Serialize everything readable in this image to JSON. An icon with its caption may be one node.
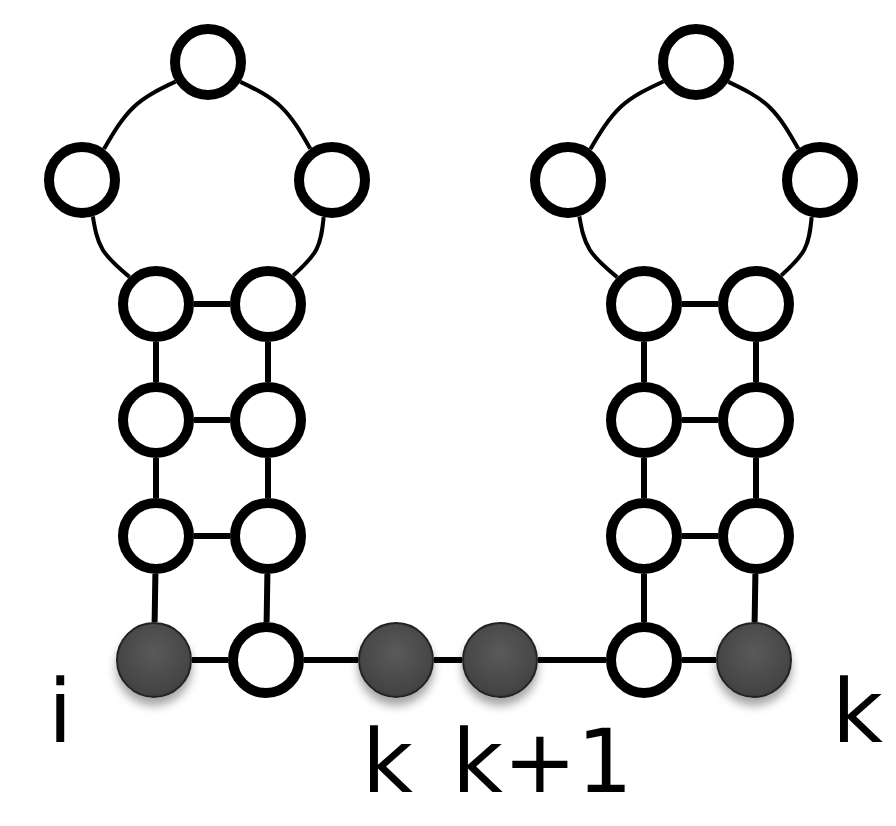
{
  "diagram": {
    "nodes": [
      {
        "text": [],
        "shape": "circle"
      },
      {
        "text": [],
        "shape": "circle"
      },
      {
        "text": [],
        "shape": "circle"
      },
      {
        "text": [],
        "shape": "circle"
      },
      {
        "text": [],
        "shape": "circle"
      },
      {
        "text": [],
        "shape": "circle"
      },
      {
        "text": [],
        "shape": "circle"
      },
      {
        "text": [],
        "shape": "circle"
      },
      {
        "text": [],
        "shape": "circle"
      },
      {
        "text": [],
        "shape": "circle"
      },
      {
        "text": [],
        "shape": "circle"
      },
      {
        "text": [],
        "shape": "circle"
      },
      {
        "text": [],
        "shape": "circle"
      },
      {
        "text": [],
        "shape": "circle"
      },
      {
        "text": [],
        "shape": "circle"
      },
      {
        "text": [],
        "shape": "circle"
      },
      {
        "text": [],
        "shape": "circle"
      },
      {
        "text": [],
        "shape": "circle"
      },
      {
        "text": [],
        "shape": "circle",
        "beside": [
          "i"
        ]
      },
      {
        "text": [],
        "shape": "circle"
      },
      {
        "text": [],
        "shape": "circle",
        "beside": [
          "k"
        ]
      },
      {
        "text": [],
        "shape": "circle",
        "beside": [
          "k+1"
        ]
      },
      {
        "text": [],
        "shape": "circle"
      },
      {
        "text": [],
        "shape": "circle",
        "beside": [
          "k"
        ]
      }
    ],
    "edges": [
      {
        "from": 6,
        "to": 2,
        "arrow": "none"
      },
      {
        "from": 2,
        "to": 0,
        "arrow": "none"
      },
      {
        "from": 0,
        "to": 3,
        "arrow": "none"
      },
      {
        "from": 3,
        "to": 7,
        "arrow": "none"
      },
      {
        "from": 8,
        "to": 4,
        "arrow": "none"
      },
      {
        "from": 4,
        "to": 1,
        "arrow": "none"
      },
      {
        "from": 1,
        "to": 5,
        "arrow": "none"
      },
      {
        "from": 5,
        "to": 9,
        "arrow": "none"
      },
      {
        "from": 6,
        "to": 7,
        "arrow": "none"
      },
      {
        "from": 10,
        "to": 11,
        "arrow": "none"
      },
      {
        "from": 14,
        "to": 15,
        "arrow": "none"
      },
      {
        "from": 8,
        "to": 9,
        "arrow": "none"
      },
      {
        "from": 12,
        "to": 13,
        "arrow": "none"
      },
      {
        "from": 16,
        "to": 17,
        "arrow": "none"
      },
      {
        "from": 6,
        "to": 10,
        "arrow": "none"
      },
      {
        "from": 10,
        "to": 14,
        "arrow": "none"
      },
      {
        "from": 14,
        "to": 18,
        "arrow": "none"
      },
      {
        "from": 7,
        "to": 11,
        "arrow": "none"
      },
      {
        "from": 11,
        "to": 15,
        "arrow": "none"
      },
      {
        "from": 15,
        "to": 19,
        "arrow": "none"
      },
      {
        "from": 8,
        "to": 12,
        "arrow": "none"
      },
      {
        "from": 12,
        "to": 16,
        "arrow": "none"
      },
      {
        "from": 16,
        "to": 22,
        "arrow": "none"
      },
      {
        "from": 9,
        "to": 13,
        "arrow": "none"
      },
      {
        "from": 13,
        "to": 17,
        "arrow": "none"
      },
      {
        "from": 17,
        "to": 23,
        "arrow": "none"
      },
      {
        "from": 18,
        "to": 19,
        "arrow": "none"
      },
      {
        "from": 19,
        "to": 20,
        "arrow": "none"
      },
      {
        "from": 20,
        "to": 21,
        "arrow": "none"
      },
      {
        "from": 21,
        "to": 22,
        "arrow": "none"
      },
      {
        "from": 22,
        "to": 23,
        "arrow": "none"
      }
    ]
  }
}
